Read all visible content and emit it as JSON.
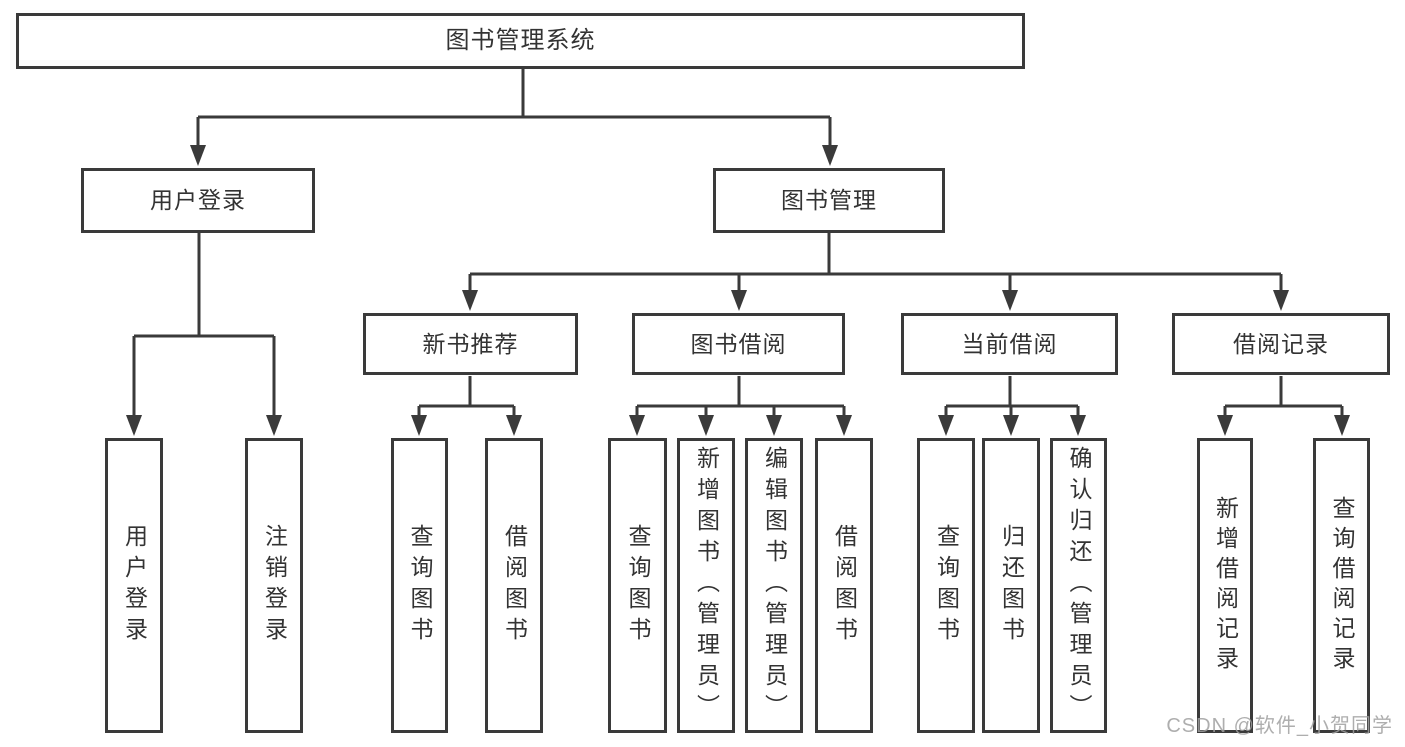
{
  "diagram": {
    "type": "hierarchy-tree",
    "watermark": "CSDN @软件_小贺同学",
    "colors": {
      "line": "#3a3a3a",
      "box_border": "#3a3a3a",
      "box_fill": "#ffffff",
      "text": "#333333",
      "watermark": "#a0a0a0",
      "background": "#ffffff"
    },
    "tree": {
      "label": "图书管理系统",
      "children": [
        {
          "label": "用户登录",
          "children": [
            {
              "label": "用户登录"
            },
            {
              "label": "注销登录"
            }
          ]
        },
        {
          "label": "图书管理",
          "children": [
            {
              "label": "新书推荐",
              "children": [
                {
                  "label": "查询图书"
                },
                {
                  "label": "借阅图书"
                }
              ]
            },
            {
              "label": "图书借阅",
              "children": [
                {
                  "label": "查询图书"
                },
                {
                  "label": "新增图书（管理员）"
                },
                {
                  "label": "编辑图书（管理员）"
                },
                {
                  "label": "借阅图书"
                }
              ]
            },
            {
              "label": "当前借阅",
              "children": [
                {
                  "label": "查询图书"
                },
                {
                  "label": "归还图书"
                },
                {
                  "label": "确认归还（管理员）"
                }
              ]
            },
            {
              "label": "借阅记录",
              "children": [
                {
                  "label": "新增借阅记录"
                },
                {
                  "label": "查询借阅记录"
                }
              ]
            }
          ]
        }
      ]
    }
  }
}
